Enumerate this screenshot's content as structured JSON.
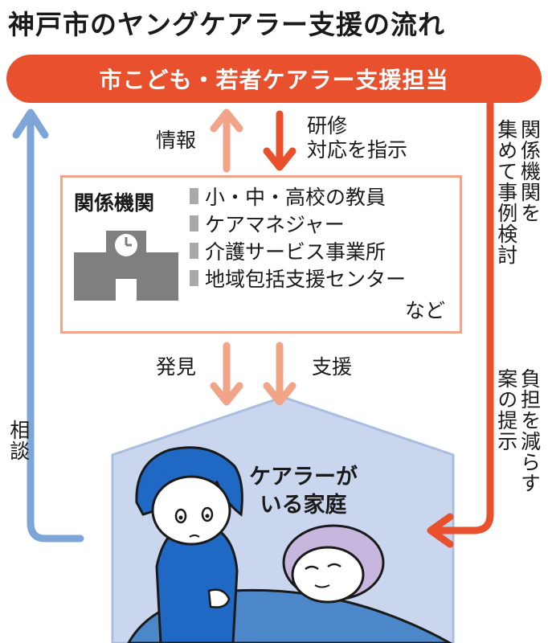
{
  "title": "神戸市のヤングケアラー支援の流れ",
  "office": {
    "label": "市こども・若者ケアラー支援担当",
    "color": "#e8502e"
  },
  "flows": {
    "info": "情報",
    "training": [
      "研修",
      "対応を指示"
    ],
    "discover": "発見",
    "support": "支援",
    "consult": "相談",
    "case_review": [
      "関係機関を",
      "集めて事例検討"
    ],
    "reduce_burden": [
      "負担を減らす",
      "案の提示"
    ]
  },
  "organizations": {
    "title": "関係機関",
    "items": [
      "小・中・高校の教員",
      "ケアマネジャー",
      "介護サービス事業所",
      "地域包括支援センター"
    ],
    "etc": "など",
    "icon": "school-building-icon"
  },
  "family": {
    "label_lines": [
      "ケアラーが",
      "いる家庭"
    ],
    "icon": "child-caring-for-elder-illustration"
  },
  "colors": {
    "red_arrow": "#e8502e",
    "salmon_arrow": "#f2a488",
    "blue_arrow": "#7ea5d8",
    "house_fill": "#c9d6ee",
    "house_stroke": "#a9bde0",
    "icon_gray": "#7f7f7f"
  }
}
